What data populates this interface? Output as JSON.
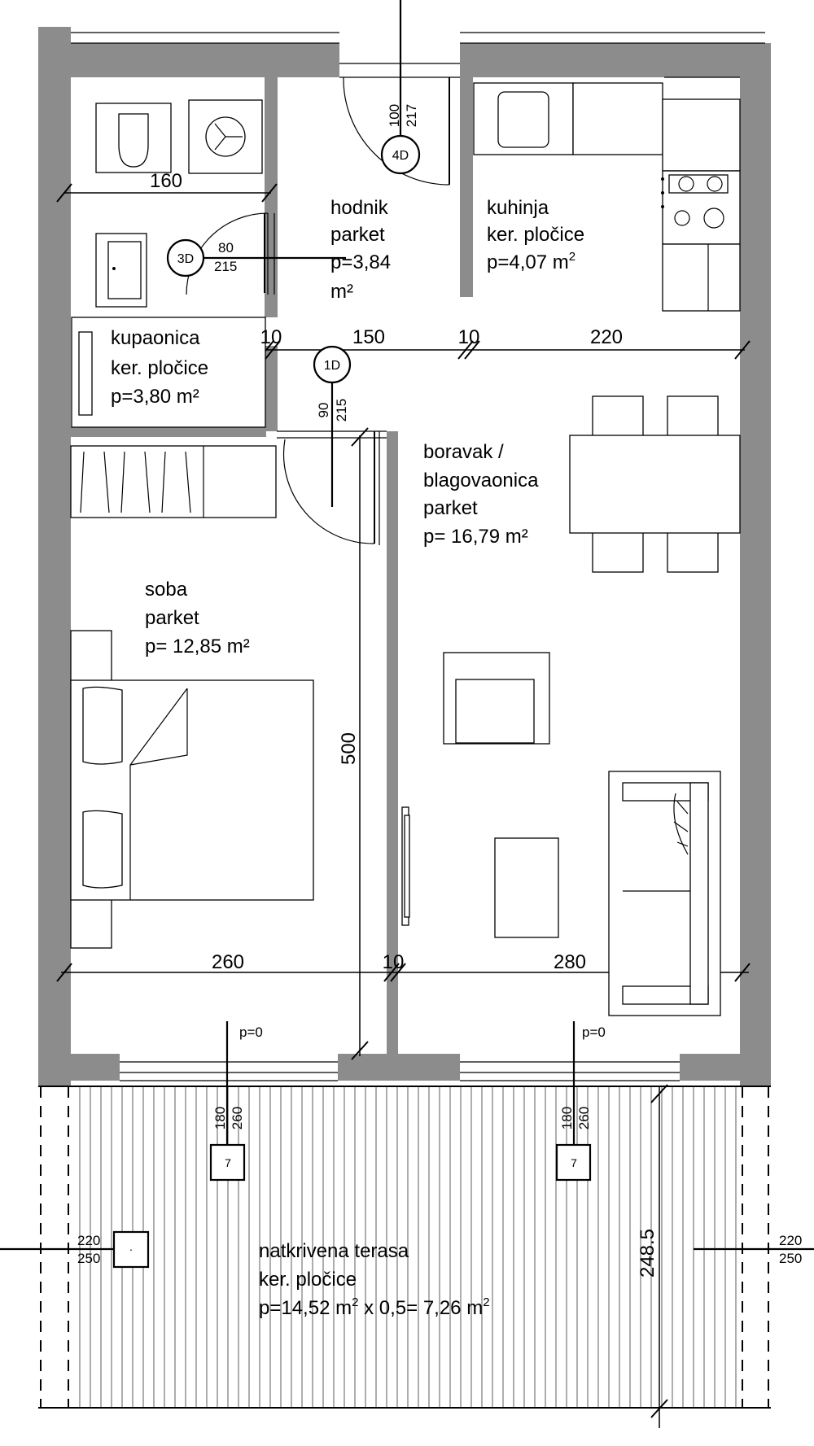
{
  "rooms": {
    "hodnik": {
      "name": "hodnik",
      "floor": "parket",
      "area": "p=3,84",
      "unit": "m²"
    },
    "kuhinja": {
      "name": "kuhinja",
      "floor": "ker. pločice",
      "area": "p=4,07 m",
      "sup": "2"
    },
    "kupaonica": {
      "name": "kupaonica",
      "floor": "ker. pločice",
      "area": "p=3,80 m²"
    },
    "boravak": {
      "name": "boravak /",
      "name2": "blagovaonica",
      "floor": "parket",
      "area": "p= 16,79 m²"
    },
    "soba": {
      "name": "soba",
      "floor": "parket",
      "area": "p= 12,85 m²"
    },
    "terasa": {
      "name": "natkrivena terasa",
      "floor": "ker. pločice",
      "area_a": "p=14,52 m",
      "sup_a": "2",
      "area_b": " x 0,5= 7,26 m",
      "sup_b": "2"
    }
  },
  "dimensions": {
    "bath_width": "160",
    "mid_1": "10",
    "mid_2": "150",
    "mid_3": "10",
    "mid_4": "220",
    "bottom_1": "260",
    "bottom_2": "10",
    "bottom_3": "280",
    "vertical_1": "500",
    "vertical_2": "248.5"
  },
  "doors": {
    "d4": {
      "tag": "4D",
      "w": "100",
      "h": "217"
    },
    "d3": {
      "tag": "3D",
      "w": "80",
      "h": "215"
    },
    "d1": {
      "tag": "1D",
      "w": "90",
      "h": "215"
    }
  },
  "windows": {
    "w_left": {
      "tag": "7",
      "w": "180",
      "h": "260",
      "sill": "p=0"
    },
    "w_right": {
      "tag": "7",
      "w": "180",
      "h": "260",
      "sill": "p=0"
    },
    "terrace_left": {
      "w": "220",
      "h": "250",
      "tag": "·"
    },
    "terrace_right": {
      "w": "220",
      "h": "250"
    }
  }
}
